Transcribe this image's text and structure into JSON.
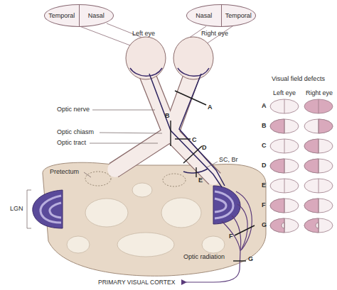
{
  "diagram": {
    "nodes": [
      {
        "text": [
          "Temporal",
          "Nasal"
        ]
      },
      {
        "text": [
          "Nasal",
          "Temporal"
        ]
      }
    ],
    "labels": [
      "Left eye",
      "Right eye",
      "Optic nerve",
      "Optic chiasm",
      "Optic tract",
      "Pretectum",
      "LGN",
      "SC, Br",
      "Optic radiation",
      "PRIMARY VISUAL CORTEX",
      "A",
      "B",
      "C",
      "D",
      "E",
      "F",
      "G",
      "Visual field defects",
      "Left eye",
      "Right eye",
      "A",
      "B",
      "C",
      "D",
      "E",
      "F",
      "G"
    ]
  }
}
